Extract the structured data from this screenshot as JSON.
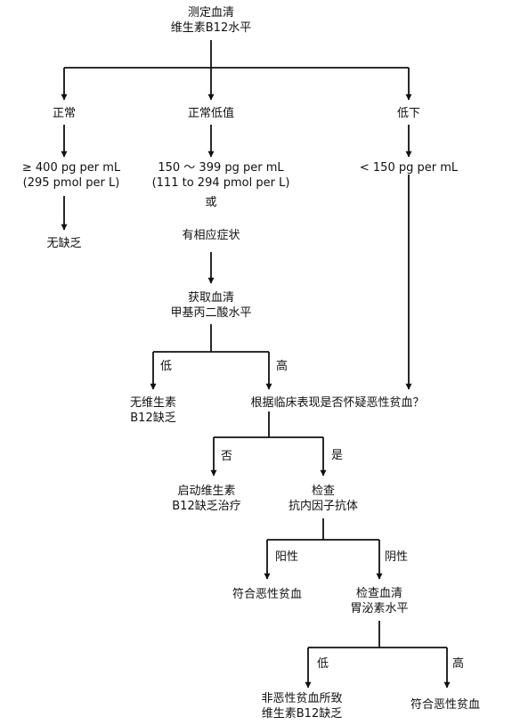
{
  "nodes": {
    "start_l1": "测定血清",
    "start_l2": "维生素B12水平",
    "normal": "正常",
    "low_normal": "正常低值",
    "low": "低下",
    "normal_val_l1": "≥ 400 pg per mL",
    "normal_val_l2": "(295 pmol per L)",
    "lown_val_l1": "150 ～ 399 pg per mL",
    "lown_val_l2": "(111 to 294 pmol per L)",
    "or": "或",
    "low_val": "< 150 pg per mL",
    "no_def": "无缺乏",
    "symptoms": "有相应症状",
    "mma_l1": "获取血清",
    "mma_l2": "甲基丙二酸水平",
    "no_b12_l1": "无维生素",
    "no_b12_l2": "B12缺乏",
    "suspect": "根据临床表现是否怀疑恶性贫血？",
    "treat_l1": "启动维生素",
    "treat_l2": "B12缺乏治疗",
    "check_l1": "检查",
    "check_l2": "抗内因子抗体",
    "pa1": "符合恶性贫血",
    "gastrin_l1": "检查血清",
    "gastrin_l2": "胃泌素水平",
    "nonpa_l1": "非恶性贫血所致",
    "nonpa_l2": "维生素B12缺乏",
    "pa2": "符合恶性贫血"
  },
  "edges": {
    "low": "低",
    "high": "高",
    "no": "否",
    "yes": "是",
    "positive": "阳性",
    "negative": "阴性",
    "low2": "低",
    "high2": "高"
  },
  "colors": {
    "line": "#111111",
    "background": "#ffffff"
  }
}
